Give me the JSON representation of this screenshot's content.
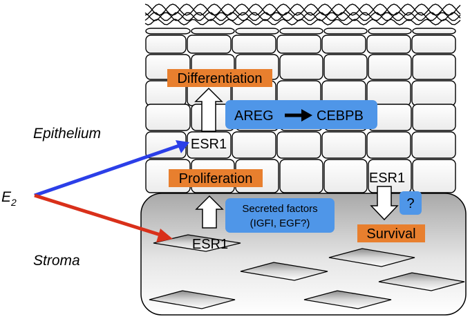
{
  "regions": {
    "epithelium": "Epithelium",
    "stroma": "Stroma"
  },
  "hormone": {
    "base": "E",
    "subscript": "2"
  },
  "labels": {
    "differentiation": "Differentiation",
    "proliferation": "Proliferation",
    "survival": "Survival",
    "esr1_epithelium": "ESR1",
    "esr1_stroma": "ESR1",
    "esr1_survival": "ESR1"
  },
  "boxes": {
    "areg": "AREG",
    "cebpb": "CEBPB",
    "secreted_line1": "Secreted factors",
    "secreted_line2": "(IGFI, EGF?)",
    "unknown": "?"
  },
  "colors": {
    "orange": "#e87f2e",
    "blue_box": "#4f96e8",
    "blue_arrow": "#2b3fe8",
    "red_arrow": "#d9301a",
    "cell_fill": "#ffffff",
    "stroke": "#000000"
  }
}
